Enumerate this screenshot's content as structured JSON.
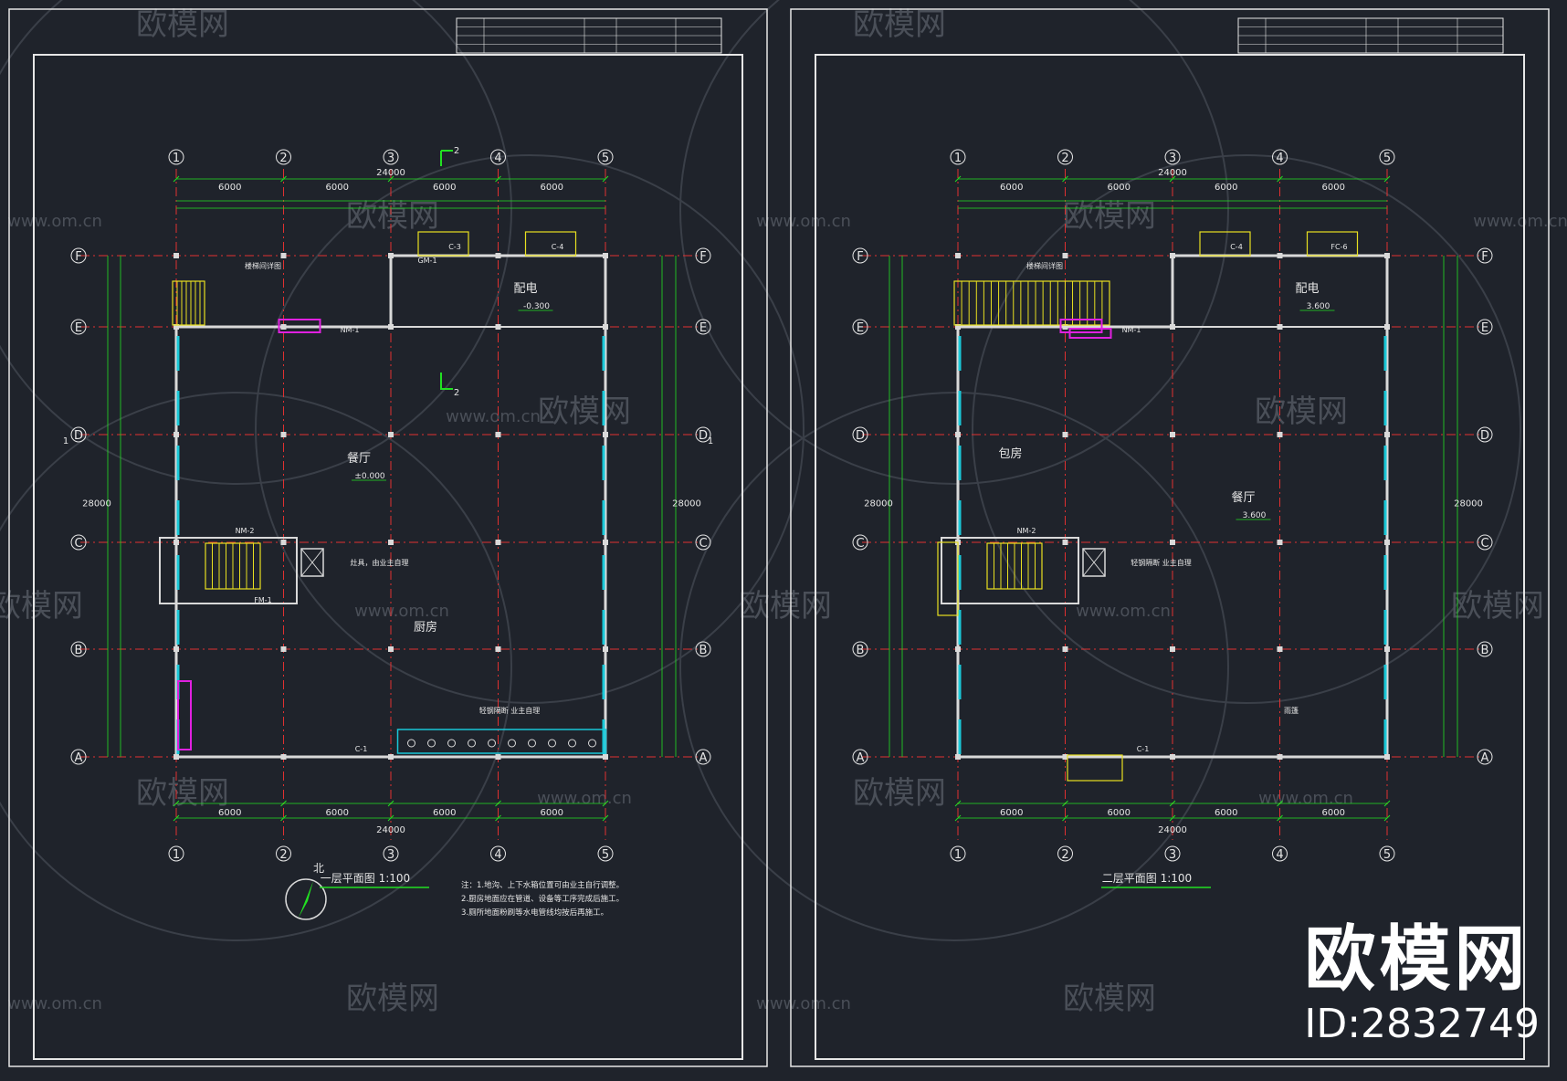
{
  "watermark": {
    "brand": "欧模网",
    "url": "www.om.cn",
    "url_short": "om.cn",
    "id_label": "ID:2832749"
  },
  "colors": {
    "background": "#1f232b",
    "frame": "#e6e6e6",
    "axis": "#e03030",
    "dim": "#22e022",
    "wall": "#d9d9d9",
    "window": "#19c8d8",
    "stair": "#e8e020",
    "special": "#e020e0",
    "text": "#e6e6e6"
  },
  "sheets": [
    {
      "axis_cols": [
        "1",
        "2",
        "3",
        "4",
        "5"
      ],
      "axis_rows": [
        "F",
        "E",
        "D",
        "C",
        "B",
        "A"
      ],
      "top_total": "24000",
      "bottom_total": "24000",
      "bay_dims": [
        "6000",
        "6000",
        "6000",
        "6000"
      ],
      "left_total": "28000",
      "right_total": "28000",
      "title": "一层平面图  1:100",
      "rooms": [
        {
          "label": "餐厅",
          "level": "±0.000"
        },
        {
          "label": "厨房",
          "level": ""
        },
        {
          "label": "配电",
          "level": "-0.300"
        }
      ],
      "notes": [
        "注：1.地沟、上下水箱位置可由业主自行调整。",
        "2.厨房地面应在管道、设备等工序完成后施工。",
        "3.厕所地面粉刷等水电管线均按后再施工。"
      ],
      "north_label": "北",
      "section_mark": "2",
      "side_mark": "1",
      "misc_labels": [
        "楼梯间详图",
        "灶具，由业主自理",
        "轻钢隔断 业主自理",
        "NM-1",
        "NM-2",
        "C-1",
        "C-3",
        "C-4",
        "GM-1",
        "FM-1"
      ]
    },
    {
      "axis_cols": [
        "1",
        "2",
        "3",
        "4",
        "5"
      ],
      "axis_rows": [
        "F",
        "E",
        "D",
        "C",
        "B",
        "A"
      ],
      "top_total": "24000",
      "bottom_total": "24000",
      "bay_dims": [
        "6000",
        "6000",
        "6000",
        "6000"
      ],
      "left_total": "28000",
      "right_total": "28000",
      "title": "二层平面图  1:100",
      "rooms": [
        {
          "label": "餐厅",
          "level": "3.600"
        },
        {
          "label": "包房",
          "level": ""
        },
        {
          "label": "配电",
          "level": "3.600"
        }
      ],
      "notes": [],
      "north_label": "",
      "section_mark": "",
      "side_mark": "",
      "misc_labels": [
        "楼梯间详图",
        "轻钢隔断 业主自理",
        "雨篷",
        "NM-1",
        "NM-2",
        "C-1",
        "C-4",
        "FC-6"
      ]
    }
  ]
}
